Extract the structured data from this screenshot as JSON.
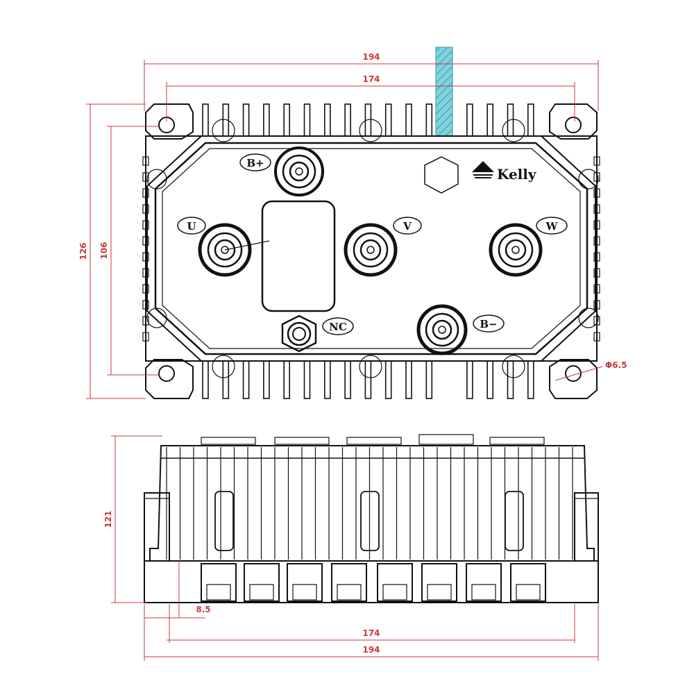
{
  "top_view": {
    "dimensions": {
      "overall_width": "194",
      "hole_spacing_width": "174",
      "overall_height": "126",
      "hole_spacing_height": "106",
      "hole_diameter": "Φ6.5"
    },
    "terminals": {
      "b_plus": "B+",
      "u": "U",
      "v": "V",
      "w": "W",
      "nc": "NC",
      "b_minus": "B−"
    },
    "logo_text": "Kelly"
  },
  "side_view": {
    "dimensions": {
      "height": "121",
      "flange_thickness": "8.5",
      "hole_spacing_width": "174",
      "overall_width": "194"
    }
  },
  "colors": {
    "dimension_line": "#d0363a",
    "outline": "#111111",
    "cable": "#7fd3dc"
  }
}
